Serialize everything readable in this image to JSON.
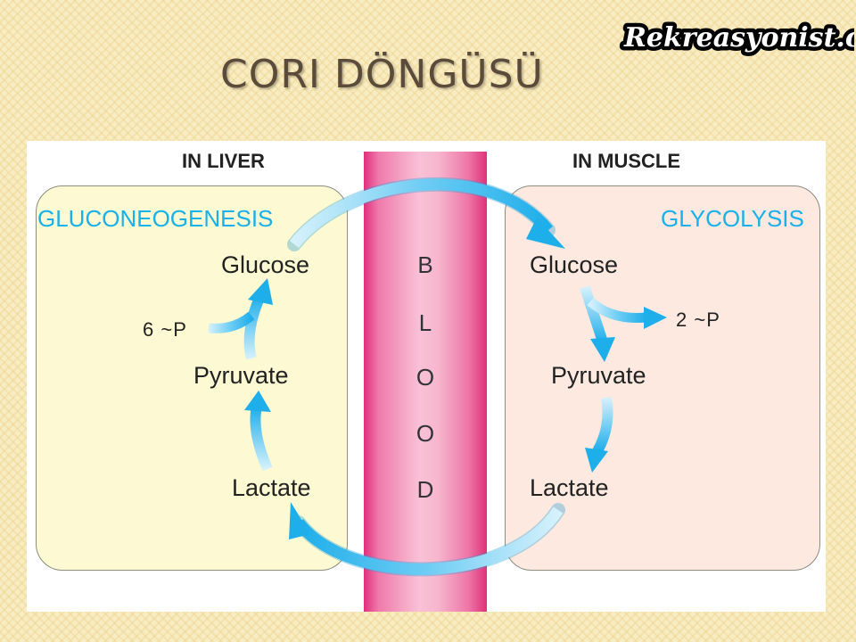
{
  "slide": {
    "title": "CORI DÖNGÜSÜ",
    "watermark_text": "Rekreasyonist.com"
  },
  "figure": {
    "liver": {
      "header": "IN LIVER",
      "pathway": "GLUCONEOGENESIS",
      "metabolites": {
        "glucose": "Glucose",
        "pyruvate": "Pyruvate",
        "lactate": "Lactate"
      },
      "atp": "6 ~P"
    },
    "muscle": {
      "header": "IN MUSCLE",
      "pathway": "GLYCOLYSIS",
      "metabolites": {
        "glucose": "Glucose",
        "pyruvate": "Pyruvate",
        "lactate": "Lactate"
      },
      "atp": "2 ~P"
    },
    "blood": {
      "letters": [
        "B",
        "L",
        "O",
        "O",
        "D"
      ]
    },
    "colors": {
      "arrow": "#32b6ee",
      "pathway_text": "#1ab1ea",
      "liver_fill": "#fdf9d2",
      "muscle_fill": "#fde9df",
      "blood": "#e12f7d"
    }
  }
}
